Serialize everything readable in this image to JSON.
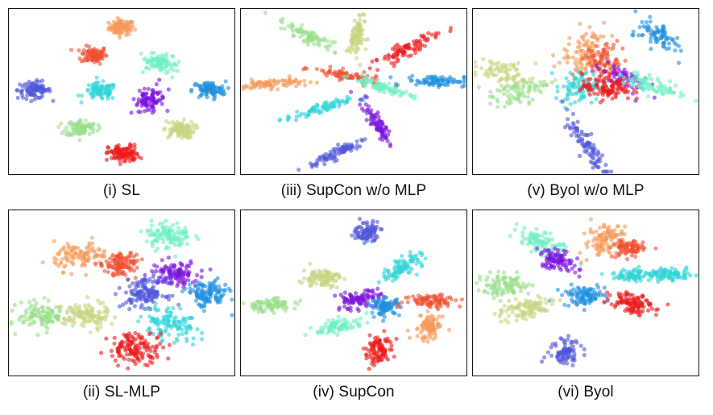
{
  "colors": {
    "red": "#ee1a1a",
    "redorange": "#f05030",
    "orange": "#f59a5a",
    "yellowgreen": "#c8d37e",
    "lightgreen": "#9ae08a",
    "mint": "#6ef0c5",
    "cyan": "#30d4d8",
    "blue": "#1f8fe0",
    "indigo": "#4f55d8",
    "violet": "#7a10e0"
  },
  "chart_data": [
    {
      "type": "scatter",
      "caption": "(i) SL",
      "clusters": [
        {
          "color": "orange",
          "x": 0.5,
          "y": 0.92,
          "spread": 0.025,
          "elong": 1.2,
          "angle": 0,
          "n": 90
        },
        {
          "color": "redorange",
          "x": 0.37,
          "y": 0.74,
          "spread": 0.028,
          "elong": 1.1,
          "angle": 0,
          "n": 90
        },
        {
          "color": "mint",
          "x": 0.68,
          "y": 0.69,
          "spread": 0.028,
          "elong": 1.3,
          "angle": -30,
          "n": 90
        },
        {
          "color": "indigo",
          "x": 0.09,
          "y": 0.51,
          "spread": 0.028,
          "elong": 1.4,
          "angle": 0,
          "n": 90
        },
        {
          "color": "cyan",
          "x": 0.4,
          "y": 0.5,
          "spread": 0.028,
          "elong": 1.4,
          "angle": 0,
          "n": 90
        },
        {
          "color": "violet",
          "x": 0.63,
          "y": 0.45,
          "spread": 0.028,
          "elong": 1.5,
          "angle": 60,
          "n": 90
        },
        {
          "color": "blue",
          "x": 0.91,
          "y": 0.51,
          "spread": 0.028,
          "elong": 1.4,
          "angle": 0,
          "n": 90
        },
        {
          "color": "lightgreen",
          "x": 0.31,
          "y": 0.26,
          "spread": 0.028,
          "elong": 1.3,
          "angle": 0,
          "n": 90
        },
        {
          "color": "yellowgreen",
          "x": 0.77,
          "y": 0.25,
          "spread": 0.028,
          "elong": 1.3,
          "angle": 0,
          "n": 90
        },
        {
          "color": "red",
          "x": 0.51,
          "y": 0.09,
          "spread": 0.03,
          "elong": 1.2,
          "angle": 0,
          "n": 110
        }
      ]
    },
    {
      "type": "scatter",
      "caption": "(iii) SupCon w/o MLP",
      "clusters": [
        {
          "color": "lightgreen",
          "x": 0.28,
          "y": 0.87,
          "spread": 0.018,
          "elong": 4.5,
          "angle": -35,
          "n": 80
        },
        {
          "color": "yellowgreen",
          "x": 0.52,
          "y": 0.88,
          "spread": 0.016,
          "elong": 4.5,
          "angle": 85,
          "n": 80
        },
        {
          "color": "red",
          "x": 0.75,
          "y": 0.78,
          "spread": 0.02,
          "elong": 4.5,
          "angle": 35,
          "n": 90
        },
        {
          "color": "orange",
          "x": 0.11,
          "y": 0.55,
          "spread": 0.016,
          "elong": 5,
          "angle": 5,
          "n": 80
        },
        {
          "color": "redorange",
          "x": 0.47,
          "y": 0.6,
          "spread": 0.016,
          "elong": 5,
          "angle": -15,
          "n": 80
        },
        {
          "color": "mint",
          "x": 0.63,
          "y": 0.53,
          "spread": 0.014,
          "elong": 5.5,
          "angle": -25,
          "n": 80
        },
        {
          "color": "blue",
          "x": 0.89,
          "y": 0.57,
          "spread": 0.018,
          "elong": 4,
          "angle": 0,
          "n": 80
        },
        {
          "color": "cyan",
          "x": 0.33,
          "y": 0.38,
          "spread": 0.016,
          "elong": 5,
          "angle": 20,
          "n": 80
        },
        {
          "color": "violet",
          "x": 0.61,
          "y": 0.29,
          "spread": 0.016,
          "elong": 4.5,
          "angle": -65,
          "n": 80
        },
        {
          "color": "indigo",
          "x": 0.42,
          "y": 0.1,
          "spread": 0.018,
          "elong": 4.5,
          "angle": 35,
          "n": 80
        }
      ]
    },
    {
      "type": "scatter",
      "caption": "(v) Byol w/o MLP",
      "clusters": [
        {
          "color": "blue",
          "x": 0.85,
          "y": 0.86,
          "spread": 0.035,
          "elong": 1.8,
          "angle": -40,
          "n": 80
        },
        {
          "color": "orange",
          "x": 0.5,
          "y": 0.75,
          "spread": 0.06,
          "elong": 1.3,
          "angle": 80,
          "n": 110
        },
        {
          "color": "redorange",
          "x": 0.57,
          "y": 0.7,
          "spread": 0.045,
          "elong": 1.3,
          "angle": 60,
          "n": 70
        },
        {
          "color": "yellowgreen",
          "x": 0.12,
          "y": 0.62,
          "spread": 0.04,
          "elong": 1.8,
          "angle": -20,
          "n": 80
        },
        {
          "color": "lightgreen",
          "x": 0.18,
          "y": 0.49,
          "spread": 0.035,
          "elong": 2,
          "angle": 30,
          "n": 80
        },
        {
          "color": "violet",
          "x": 0.66,
          "y": 0.6,
          "spread": 0.04,
          "elong": 1.6,
          "angle": -30,
          "n": 70
        },
        {
          "color": "cyan",
          "x": 0.47,
          "y": 0.52,
          "spread": 0.045,
          "elong": 1.4,
          "angle": 60,
          "n": 90
        },
        {
          "color": "red",
          "x": 0.6,
          "y": 0.53,
          "spread": 0.045,
          "elong": 1.3,
          "angle": 0,
          "n": 110
        },
        {
          "color": "mint",
          "x": 0.82,
          "y": 0.54,
          "spread": 0.025,
          "elong": 3.5,
          "angle": -25,
          "n": 80
        },
        {
          "color": "indigo",
          "x": 0.5,
          "y": 0.16,
          "spread": 0.02,
          "elong": 5,
          "angle": -65,
          "n": 90
        }
      ]
    },
    {
      "type": "scatter",
      "caption": "(ii) SL-MLP",
      "clusters": [
        {
          "color": "mint",
          "x": 0.72,
          "y": 0.88,
          "spread": 0.045,
          "elong": 1.2,
          "angle": 0,
          "n": 110
        },
        {
          "color": "orange",
          "x": 0.31,
          "y": 0.74,
          "spread": 0.045,
          "elong": 1.4,
          "angle": 0,
          "n": 110
        },
        {
          "color": "redorange",
          "x": 0.51,
          "y": 0.69,
          "spread": 0.04,
          "elong": 1.2,
          "angle": 80,
          "n": 110
        },
        {
          "color": "violet",
          "x": 0.75,
          "y": 0.63,
          "spread": 0.04,
          "elong": 1.4,
          "angle": 0,
          "n": 110
        },
        {
          "color": "indigo",
          "x": 0.61,
          "y": 0.5,
          "spread": 0.045,
          "elong": 1.1,
          "angle": 0,
          "n": 130
        },
        {
          "color": "blue",
          "x": 0.9,
          "y": 0.49,
          "spread": 0.045,
          "elong": 1.1,
          "angle": 0,
          "n": 120
        },
        {
          "color": "lightgreen",
          "x": 0.13,
          "y": 0.35,
          "spread": 0.045,
          "elong": 1.3,
          "angle": 0,
          "n": 110
        },
        {
          "color": "yellowgreen",
          "x": 0.33,
          "y": 0.35,
          "spread": 0.045,
          "elong": 1.2,
          "angle": 0,
          "n": 110
        },
        {
          "color": "cyan",
          "x": 0.73,
          "y": 0.29,
          "spread": 0.045,
          "elong": 1.5,
          "angle": -40,
          "n": 120
        },
        {
          "color": "red",
          "x": 0.57,
          "y": 0.14,
          "spread": 0.05,
          "elong": 1.3,
          "angle": 0,
          "n": 140
        }
      ]
    },
    {
      "type": "scatter",
      "caption": "(iv) SupCon",
      "clusters": [
        {
          "color": "indigo",
          "x": 0.56,
          "y": 0.9,
          "spread": 0.028,
          "elong": 1.2,
          "angle": 85,
          "n": 90
        },
        {
          "color": "cyan",
          "x": 0.73,
          "y": 0.67,
          "spread": 0.028,
          "elong": 2.2,
          "angle": 45,
          "n": 90
        },
        {
          "color": "yellowgreen",
          "x": 0.35,
          "y": 0.6,
          "spread": 0.03,
          "elong": 1.5,
          "angle": 0,
          "n": 90
        },
        {
          "color": "lightgreen",
          "x": 0.1,
          "y": 0.42,
          "spread": 0.022,
          "elong": 2.8,
          "angle": 0,
          "n": 80
        },
        {
          "color": "violet",
          "x": 0.52,
          "y": 0.45,
          "spread": 0.026,
          "elong": 2.2,
          "angle": 25,
          "n": 90
        },
        {
          "color": "blue",
          "x": 0.65,
          "y": 0.41,
          "spread": 0.028,
          "elong": 1.2,
          "angle": 0,
          "n": 90
        },
        {
          "color": "redorange",
          "x": 0.87,
          "y": 0.45,
          "spread": 0.022,
          "elong": 3,
          "angle": 0,
          "n": 90
        },
        {
          "color": "orange",
          "x": 0.85,
          "y": 0.28,
          "spread": 0.03,
          "elong": 1.5,
          "angle": 75,
          "n": 90
        },
        {
          "color": "mint",
          "x": 0.43,
          "y": 0.28,
          "spread": 0.022,
          "elong": 2.8,
          "angle": 20,
          "n": 80
        },
        {
          "color": "red",
          "x": 0.62,
          "y": 0.13,
          "spread": 0.028,
          "elong": 1.6,
          "angle": 80,
          "n": 100
        }
      ]
    },
    {
      "type": "scatter",
      "caption": "(vi) Byol",
      "clusters": [
        {
          "color": "mint",
          "x": 0.29,
          "y": 0.83,
          "spread": 0.03,
          "elong": 2.2,
          "angle": -40,
          "n": 100
        },
        {
          "color": "orange",
          "x": 0.6,
          "y": 0.85,
          "spread": 0.04,
          "elong": 1.6,
          "angle": 60,
          "n": 100
        },
        {
          "color": "redorange",
          "x": 0.7,
          "y": 0.79,
          "spread": 0.03,
          "elong": 1.2,
          "angle": 0,
          "n": 80
        },
        {
          "color": "violet",
          "x": 0.37,
          "y": 0.71,
          "spread": 0.03,
          "elong": 1.8,
          "angle": -20,
          "n": 90
        },
        {
          "color": "cyan",
          "x": 0.73,
          "y": 0.62,
          "spread": 0.02,
          "elong": 2.5,
          "angle": 0,
          "n": 80
        },
        {
          "color": "cyan",
          "x": 0.9,
          "y": 0.62,
          "spread": 0.02,
          "elong": 2.5,
          "angle": 0,
          "n": 80
        },
        {
          "color": "lightgreen",
          "x": 0.12,
          "y": 0.55,
          "spread": 0.035,
          "elong": 1.8,
          "angle": 0,
          "n": 100
        },
        {
          "color": "blue",
          "x": 0.49,
          "y": 0.48,
          "spread": 0.032,
          "elong": 1.6,
          "angle": 0,
          "n": 100
        },
        {
          "color": "red",
          "x": 0.72,
          "y": 0.44,
          "spread": 0.035,
          "elong": 1.4,
          "angle": -20,
          "n": 110
        },
        {
          "color": "yellowgreen",
          "x": 0.21,
          "y": 0.39,
          "spread": 0.035,
          "elong": 2,
          "angle": 20,
          "n": 100
        },
        {
          "color": "indigo",
          "x": 0.41,
          "y": 0.12,
          "spread": 0.032,
          "elong": 1.2,
          "angle": 80,
          "n": 90
        }
      ]
    }
  ]
}
